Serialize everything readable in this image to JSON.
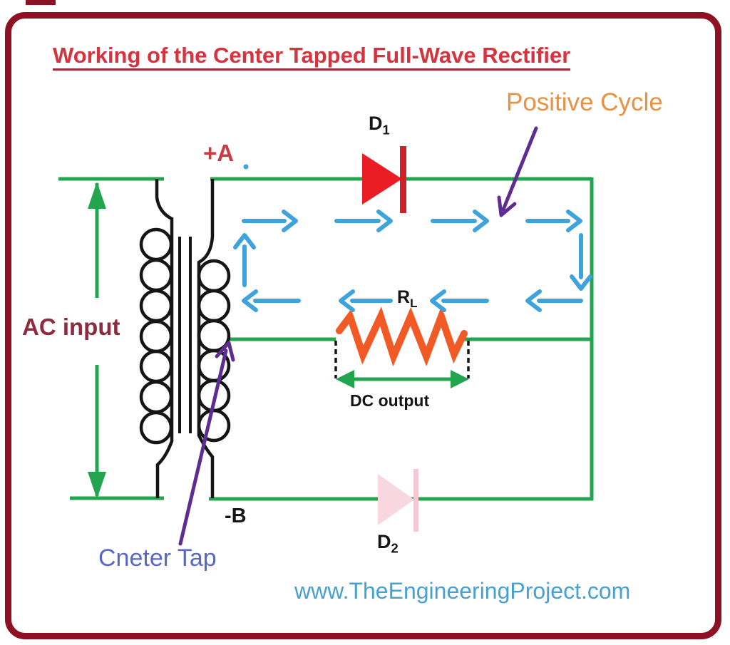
{
  "meta": {
    "kind": "circuit-diagram",
    "subject": "Center Tapped Full-Wave Rectifier working (positive half cycle)"
  },
  "labels": {
    "title": "Working of the Center Tapped Full-Wave Rectifier",
    "positive_cycle": "Positive Cycle",
    "diode1": {
      "base": "D",
      "sub": "1"
    },
    "diode2": {
      "base": "D",
      "sub": "2"
    },
    "terminal_a": "+A",
    "terminal_b": "-B",
    "ac_input": "AC input",
    "load_resistor": {
      "base": "R",
      "sub": "L"
    },
    "dc_output": "DC output",
    "center_tap": "Cneter Tap",
    "website": "www.TheEngineeringProject.com"
  },
  "colors": {
    "border": "#8E1023",
    "title_red": "#D7333F",
    "title_underline": "#A4273A",
    "orange_label": "#E89140",
    "purple": "#5F2D91",
    "green": "#23A44F",
    "blue": "#3FA3DB",
    "maroon_label": "#8E2B3F",
    "periwinkle": "#5867C3",
    "website_blue": "#47A0D4",
    "diode_red": "#EB1C23",
    "diode_red_bar": "#CF2127",
    "diode_pink": "#F8D7DE",
    "diode_pink_bar": "#F4C9D3",
    "resistor_orange": "#F15A25",
    "wire_black": "#151515"
  }
}
